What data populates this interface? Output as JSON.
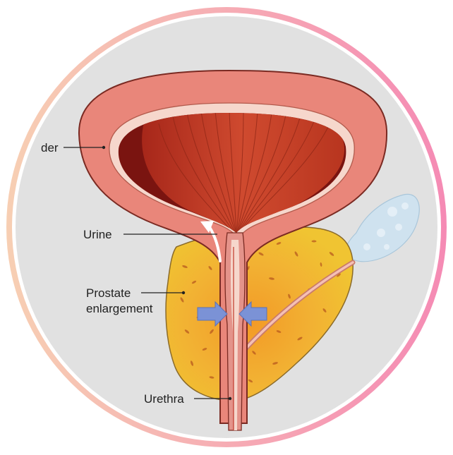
{
  "colors": {
    "ring_start": "#f7cfb3",
    "ring_end": "#f58ab4",
    "disc": "#e1e1e1",
    "bladder_wall": "#e9867a",
    "bladder_muscle": "#c9432b",
    "bladder_cavity": "#7a1410",
    "prostate": "#f0c432",
    "prostate_core": "#f39a26",
    "seminal_vesicle": "#cfe2ef",
    "urethra": "#f2a7a0",
    "arrow": "#7b92d6"
  },
  "labels": {
    "bladder": "der",
    "urine": "Urine",
    "prostate_line1": "Prostate",
    "prostate_line2": "enlargement",
    "urethra": "Urethra"
  }
}
